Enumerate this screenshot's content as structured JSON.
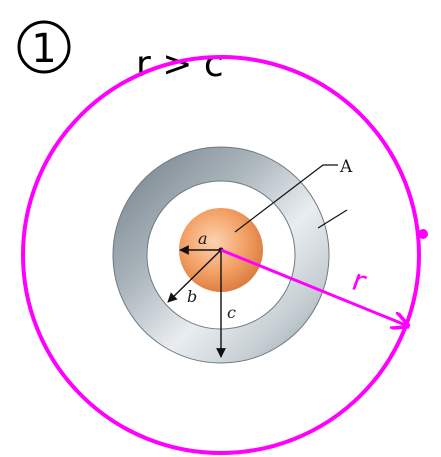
{
  "annotation": {
    "step_number": "1",
    "condition": "r > c"
  },
  "labels": {
    "inner_radius": "a",
    "middle_radius": "b",
    "outer_radius": "c",
    "pointer_label": "A",
    "gaussian_radius": "r"
  },
  "colors": {
    "gaussian_surface": "#ff00ff",
    "inner_sphere_center": "#f4a268",
    "inner_sphere_edge": "#d9783c",
    "shell_light": "#e8ecef",
    "shell_dark": "#7d8a93",
    "arrow": "#111111"
  }
}
